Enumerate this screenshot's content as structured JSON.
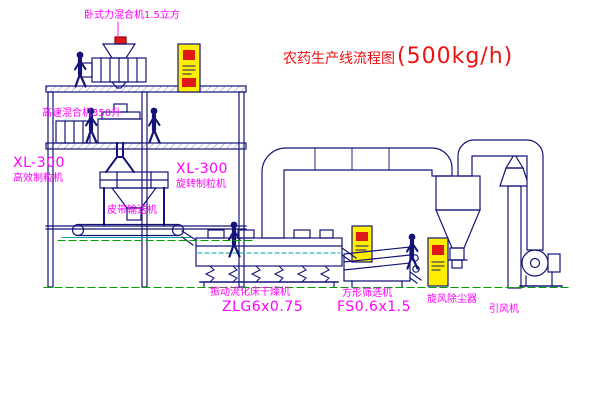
{
  "title": {
    "text": "农药生产线流程图",
    "capacity": "(500kg/h)"
  },
  "equipment_labels": {
    "horizontal_mixer": "卧式力混合机1.5立方",
    "high_speed_mixer": "高速混合机350升",
    "granulator_left": {
      "model": "XL-300",
      "name": "高效制粒机"
    },
    "granulator_mid": {
      "model": "XL-300",
      "name": "旋转制粒机"
    },
    "belt_conveyor": "皮带输送机",
    "fluid_bed_dryer": {
      "name": "振动流化床干燥机",
      "model": "ZLG6x0.75"
    },
    "square_sieve": {
      "name": "方形筛选机",
      "model": "FS0.6x1.5"
    },
    "cyclone": "旋风除尘器",
    "induced_draft_fan": "引风机"
  },
  "colors": {
    "ink": "#141478",
    "label_magenta": "#ff00ff",
    "title_red": "#ee1111",
    "cabinet_yellow": "#ffee00",
    "button_red": "#e01818",
    "ground_green": "#00a000",
    "accent_cyan": "#00a6a6"
  }
}
